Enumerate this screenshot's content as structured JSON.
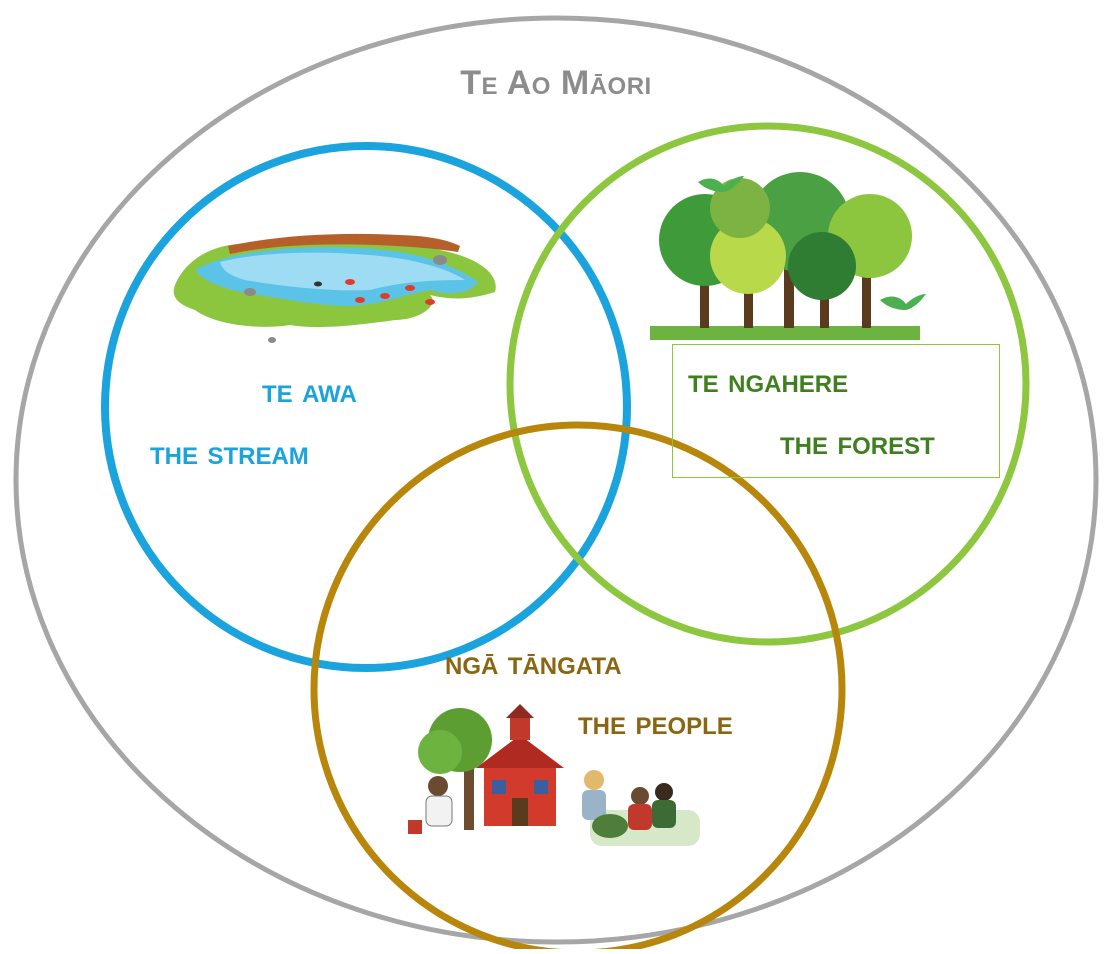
{
  "title": "Te Ao Māori",
  "circles": {
    "stream": {
      "label_maori": "Te awa",
      "label_en": "The stream",
      "color": "#1aa3dc"
    },
    "forest": {
      "label_maori": "Te ngahere",
      "label_en": "The forest",
      "color": "#8dc63f"
    },
    "people": {
      "label_maori": "Ngā tāngata",
      "label_en": "The people",
      "color": "#b8860b"
    }
  },
  "colors": {
    "outer_ring": "#a6a6a6",
    "title": "#8c8c8c",
    "forest_text": "#3f7f1f",
    "people_text": "#8a6512"
  },
  "illustrations": [
    "stream-illustration",
    "forest-trees-illustration",
    "birds-icon",
    "school-house-illustration",
    "children-planting-illustration"
  ]
}
